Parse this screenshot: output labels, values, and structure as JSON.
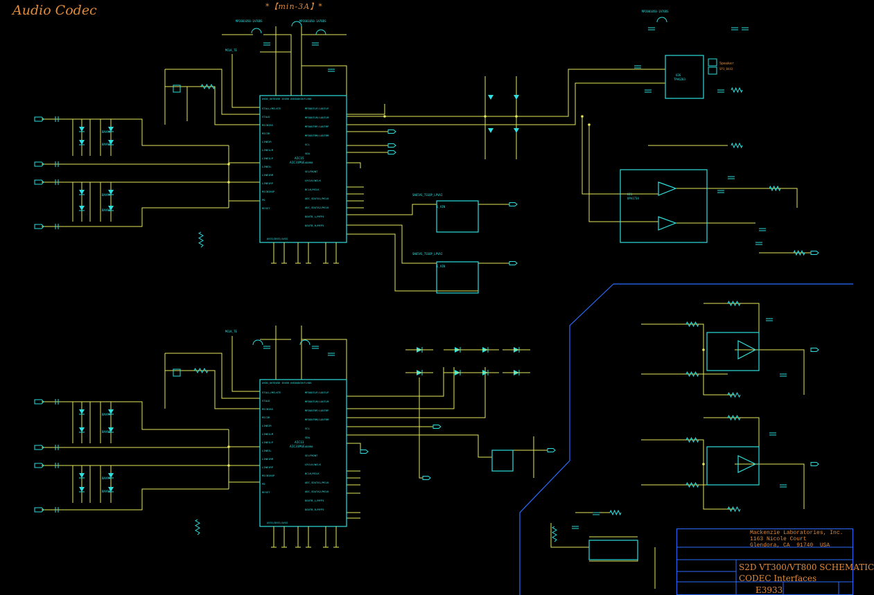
{
  "title": "Audio Codec",
  "note": "*【min-3A】*",
  "colors": {
    "wire": "#e6e85a",
    "part": "#2ee0e0",
    "text_orange": "#e08a3c",
    "border": "#2b6cff",
    "label": "#4fc3ff"
  },
  "codecs": [
    {
      "ref": "AIC15",
      "part": "AIC33PGE",
      "pins_left": [
        "STALL/MCLKTE",
        "STALD",
        "MICBIAS",
        "MIC3R",
        "LINE2R",
        "LINE1LM",
        "LINE1LP",
        "LINE2L",
        "LINE1RM",
        "LINE1RP",
        "MICBIASP",
        "PD",
        "RESET"
      ],
      "pins_right": [
        "MFDOUTLP/LOUTLP",
        "MFDOUTLM/LOUTLM",
        "MFDOUTRP/LOUTRP",
        "MFDOUTRM/LOUTRM",
        "SCL",
        "SDA",
        "ADDR0",
        "SELFRONT",
        "LRCLK/WCLK",
        "BCLK/MCLK",
        "ADC_SDATA1/MCLK",
        "ADC_SDATA2/MCLK",
        "DOUTB_L/MFP4",
        "DOUTB_R/MFP5"
      ],
      "top": "AVDD_OUTDVDD IOVDD AVDDADCOUTLVDD",
      "bottom": "AVSS/DVSS/AVSS"
    },
    {
      "ref": "AIC13",
      "part": "AIC33PGE",
      "pins_left": [
        "STALL/MCLKTE",
        "STALD",
        "MICBIAS",
        "MIC3R",
        "LINE2R",
        "LINE1LM",
        "LINE1LP",
        "LINE2L",
        "LINE1RM",
        "LINE1RP",
        "MICBIASP",
        "PD",
        "RESET"
      ],
      "pins_right": [
        "MFDOUTLP/LOUTLP",
        "MFDOUTLM/LOUTLM",
        "MFDOUTRP/LOUTRP",
        "MFDOUTRM/LOUTRM",
        "SCL",
        "SDA",
        "ADDR0",
        "SELFRONT",
        "LRCLK/WCLK",
        "BCLK/MCLK",
        "ADC_SDATA1/MCLK",
        "ADC_SDATA2/MCLK",
        "DOUTB_L/MFP4",
        "DOUTB_R/MFP5"
      ],
      "top": "AVDD_OUTDVDD IOVDD AVDDADCOUTLVDD",
      "bottom": "AVSS/DVSS/AVSS"
    }
  ],
  "power_labels": [
    "MP2001050-1A70DS",
    "MP2001050-1A70DS",
    "MP2001050-1A70DS"
  ],
  "amp": {
    "ref": "U26",
    "part": "TPA6203",
    "label": "Speaker",
    "sub": "SP1_8443"
  },
  "opamp_block": {
    "ref": "U21",
    "part": "OPA1734"
  },
  "misc_labels": [
    "MCLK_TE",
    "MCLK_TE",
    "SN65VS_TSSOP_LPVAI",
    "SN65VS_TSSOP_LPVAI",
    "E_VIN",
    "E_VIN"
  ],
  "titleblock": {
    "company": "Mackenzie Laboratories, Inc.",
    "address1": "1163 Nicole Court",
    "address2": "Glendora, CA  91740  USA",
    "title1": "S2D VT300/VT800 SCHEMATIC",
    "title2": "CODEC Interfaces",
    "number": "E3933"
  }
}
